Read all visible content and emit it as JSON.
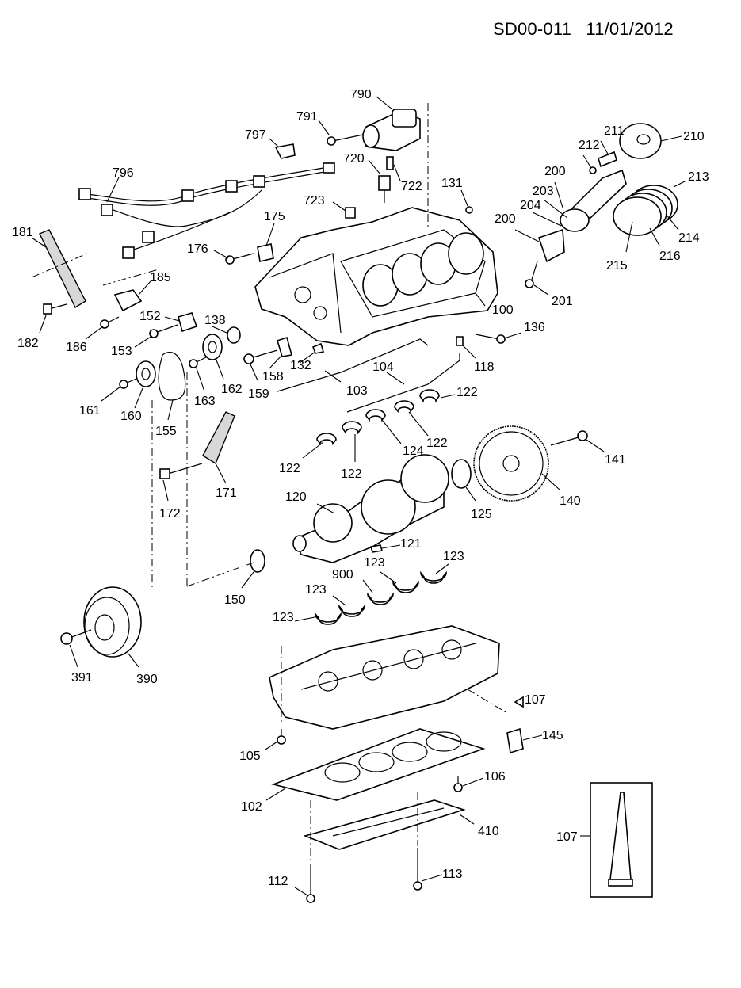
{
  "header": {
    "doc_code": "SD00-011",
    "date": "11/01/2012"
  },
  "callouts": {
    "c790": "790",
    "c791": "791",
    "c797": "797",
    "c720": "720",
    "c722": "722",
    "c131": "131",
    "c796": "796",
    "c723": "723",
    "c175": "175",
    "c176": "176",
    "c181": "181",
    "c182": "182",
    "c185": "185",
    "c186": "186",
    "c152": "152",
    "c153": "153",
    "c138": "138",
    "c132": "132",
    "c158": "158",
    "c159": "159",
    "c163": "163",
    "c162": "162",
    "c161": "161",
    "c160": "160",
    "c155": "155",
    "c171": "171",
    "c172": "172",
    "c100": "100",
    "c136": "136",
    "c118": "118",
    "c104": "104",
    "c103": "103",
    "c122a": "122",
    "c122b": "122",
    "c122c": "122",
    "c122d": "122",
    "c124": "124",
    "c120": "120",
    "c121": "121",
    "c125": "125",
    "c140": "140",
    "c141": "141",
    "c150": "150",
    "c390": "390",
    "c391": "391",
    "c900": "900",
    "c123a": "123",
    "c123b": "123",
    "c123c": "123",
    "c123d": "123",
    "c107a": "107",
    "c145": "145",
    "c105": "105",
    "c106": "106",
    "c102": "102",
    "c410": "410",
    "c112": "112",
    "c113": "113",
    "c107b": "107",
    "c200a": "200",
    "c200b": "200",
    "c201": "201",
    "c203": "203",
    "c204": "204",
    "c210": "210",
    "c211": "211",
    "c212": "212",
    "c213": "213",
    "c214": "214",
    "c215": "215",
    "c216": "216"
  }
}
